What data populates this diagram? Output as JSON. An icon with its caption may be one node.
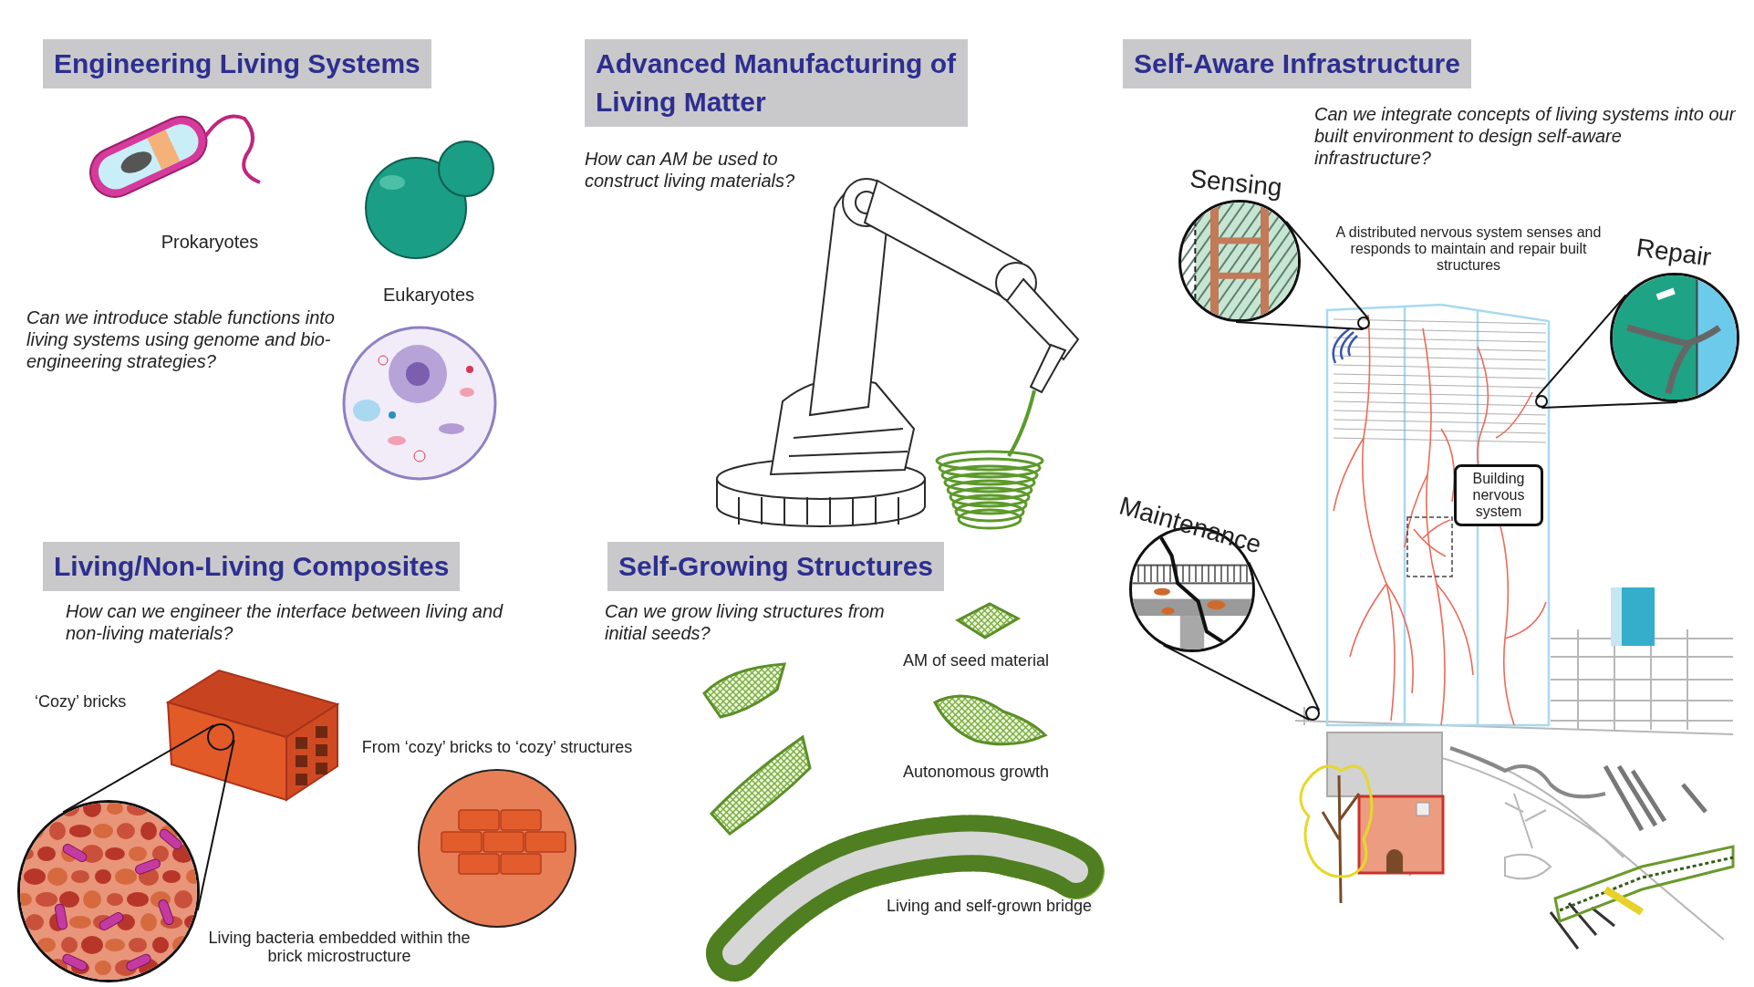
{
  "diagram": {
    "nodes": [
      {
        "text": [
          "Engineering Living Systems"
        ]
      },
      {
        "text": [
          "Advanced Manufacturing of Living Matter"
        ],
        "beside": [
          "How can AM be used to construct living materials?"
        ]
      },
      {
        "text": [
          "Self-Aware Infrastructure"
        ],
        "beside": [
          "Can we integrate concepts of living systems into our built environment to design self-aware infrastructure?"
        ]
      },
      {
        "text": [],
        "shape": "circle",
        "beside": [
          "Sensing"
        ]
      },
      {
        "text": [],
        "shape": "circle"
      },
      {
        "text": [],
        "shape": "circle",
        "beside": [
          "Repair"
        ]
      },
      {
        "text": [],
        "shape": "circle"
      },
      {
        "text": [
          "Building nervous system"
        ]
      },
      {
        "text": [],
        "shape": "circle",
        "beside": [
          "Maintenance"
        ]
      },
      {
        "text": [],
        "shape": "circle"
      },
      {
        "text": [
          "Living/Non-Living Composites"
        ],
        "beside": [
          "How can we engineer the interface between living and non-living materials?"
        ]
      },
      {
        "text": [
          "Self-Growing Structures"
        ],
        "beside": [
          "Can we grow living structures from initial seeds?"
        ]
      },
      {
        "text": [],
        "shape": "circle"
      },
      {
        "text": [],
        "shape": "circle",
        "beside": [
          "Living bacteria embedded within the brick microstructure"
        ]
      }
    ],
    "edges": [
      {
        "from": 4,
        "to": 3,
        "arrow": "none"
      },
      {
        "from": 4,
        "to": 3,
        "arrow": "none"
      },
      {
        "from": 6,
        "to": 5,
        "arrow": "none"
      },
      {
        "from": 6,
        "to": 5,
        "arrow": "none"
      },
      {
        "from": 9,
        "to": 8,
        "arrow": "none"
      },
      {
        "from": 9,
        "to": 8,
        "arrow": "none"
      },
      {
        "from": 12,
        "to": 13,
        "arrow": "none"
      },
      {
        "from": 12,
        "to": 13,
        "arrow": "none"
      }
    ],
    "labels": [
      "Prokaryotes",
      "Eukaryotes",
      "Can we introduce stable functions into living systems using genome and bio-engineering strategies?",
      "A distributed nervous system senses and responds to maintain and repair built structures",
      "‘Cozy’ bricks",
      "AM of seed material",
      "Autonomous growth",
      "From ‘cozy’ bricks to ‘cozy’ structures",
      "Living and self-grown bridge"
    ]
  }
}
